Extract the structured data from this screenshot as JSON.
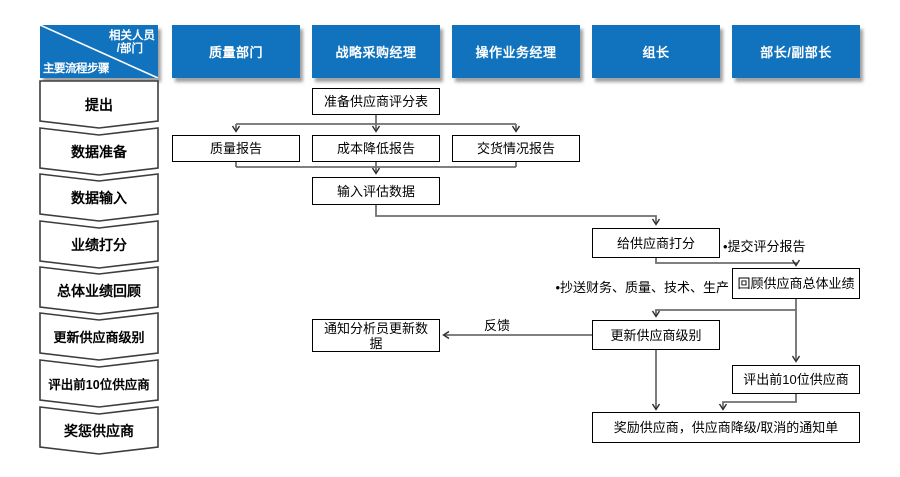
{
  "colors": {
    "header_blue": "#1173BE",
    "connector_gray": "#6e6e6e",
    "arrow_dark": "#2b2b2b"
  },
  "corner": {
    "line1": "相关人员",
    "line2": "/部门",
    "line3": "主要流程步骤"
  },
  "columns": [
    "质量部门",
    "战略采购经理",
    "操作业务经理",
    "组长",
    "部长/副部长"
  ],
  "steps": [
    "提出",
    "数据准备",
    "数据输入",
    "业绩打分",
    "总体业绩回顾",
    "更新供应商级别",
    "评出前10位供应商",
    "奖惩供应商"
  ],
  "boxes": {
    "prepare": "准备供应商评分表",
    "quality_report": "质量报告",
    "cost_report": "成本降低报告",
    "delivery_report": "交货情况报告",
    "input_data": "输入评估数据",
    "score": "给供应商打分",
    "review": "回顾供应商总体业绩",
    "update_level": "更新供应商级别",
    "notify": "通知分析员更新数据",
    "top10": "评出前10位供应商",
    "final": "奖励供应商，供应商降级/取消的通知单"
  },
  "annotations": {
    "submit": "•提交评分报告",
    "cc": "•抄送财务、质量、技术、生产",
    "feedback": "反馈"
  }
}
